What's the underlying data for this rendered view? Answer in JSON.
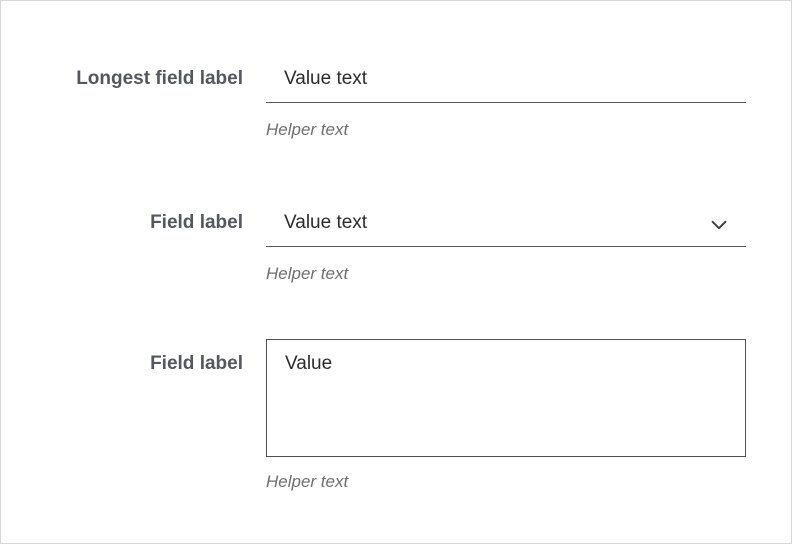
{
  "form": {
    "fields": [
      {
        "type": "text",
        "label": "Longest field label",
        "value": "Value text",
        "helper": "Helper text"
      },
      {
        "type": "select",
        "label": "Field label",
        "value": "Value text",
        "helper": "Helper text",
        "icon": "chevron-down-icon"
      },
      {
        "type": "textarea",
        "label": "Field label",
        "value": "Value",
        "helper": "Helper text"
      }
    ]
  },
  "colors": {
    "label": "#54575d",
    "value": "#2b2b2b",
    "helper": "#6e6e6e",
    "underline": "#595959",
    "page_border": "#d5d7d9"
  }
}
